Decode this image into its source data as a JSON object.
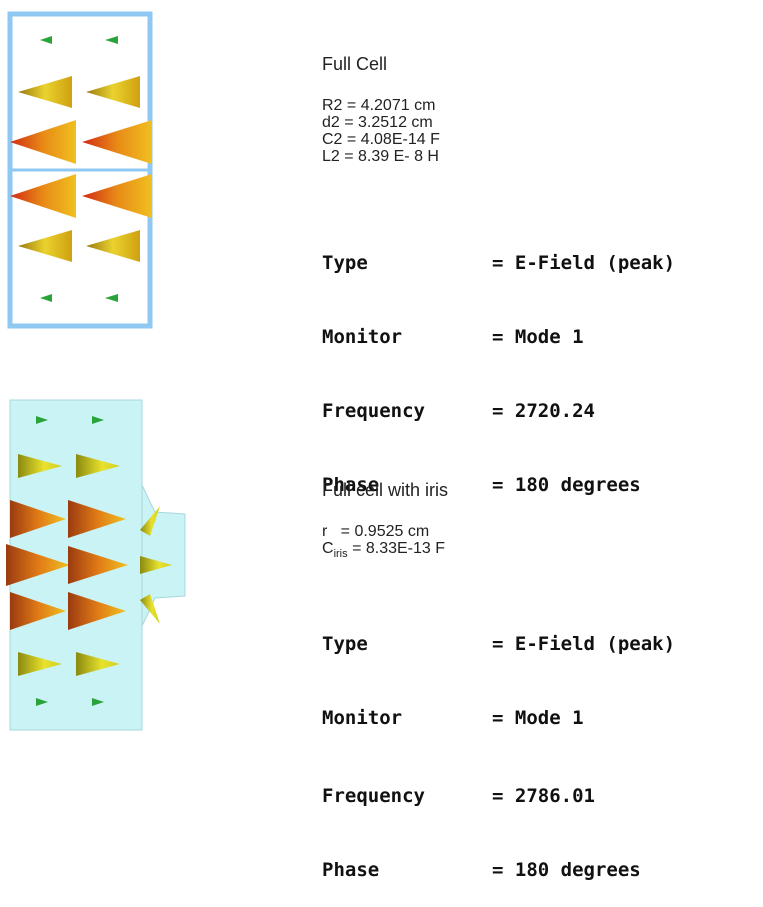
{
  "top": {
    "title": "Full Cell",
    "params": [
      "R2 = 4.2071 cm",
      "d2 = 3.2512 cm",
      "C2 = 4.08E-14 F",
      "L2 = 8.39 E- 8 H"
    ],
    "fields": [
      {
        "key": "Type",
        "value": "= E-Field (peak)"
      },
      {
        "key": "Monitor",
        "value": "= Mode 1"
      },
      {
        "key": "Frequency",
        "value": "= 2720.24"
      },
      {
        "key": "Phase",
        "value": "= 180 degrees"
      }
    ]
  },
  "bottom": {
    "title": "Full cell with iris",
    "param_r": "r   = 0.9525 cm",
    "param_c_main": "C",
    "param_c_sub": "iris",
    "param_c_rest": " = 8.33E-13 F",
    "fields": [
      {
        "key": "Type",
        "value": "= E-Field (peak)"
      },
      {
        "key": "Monitor",
        "value": "= Mode 1"
      },
      {
        "key": "Frequency",
        "value": "= 2786.01"
      },
      {
        "key": "Phase",
        "value": "= 180 degrees"
      }
    ]
  },
  "colors": {
    "cell_outline": "#8fc8f2",
    "iris_fill": "#c9f3f5",
    "cone_red": "#e8341c",
    "cone_orange": "#e88a16",
    "cone_yellow": "#e9e22e",
    "arrow_green": "#2aa33a"
  }
}
